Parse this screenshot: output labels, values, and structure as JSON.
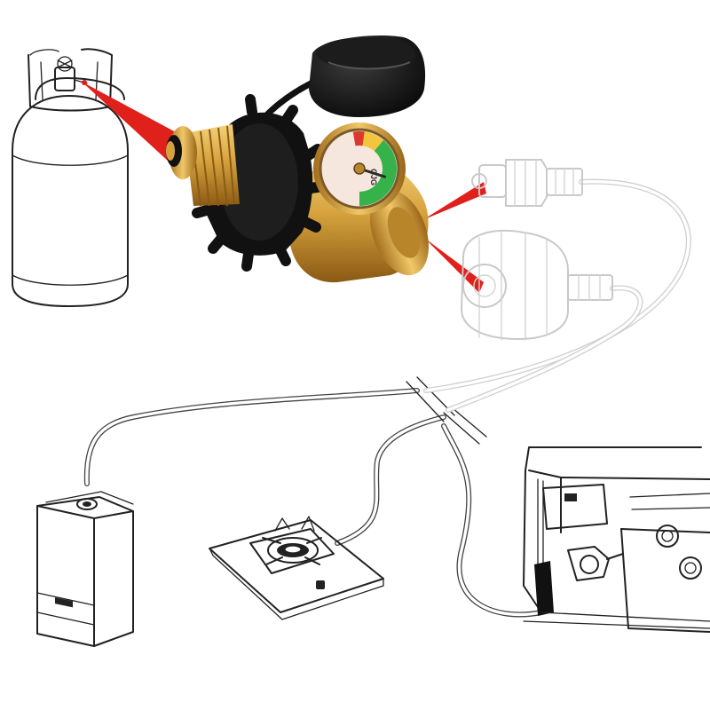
{
  "figure": {
    "gauge": {
      "dial_text": "GJG",
      "level_fraction": 0.62,
      "zone_colors": {
        "empty": "#d93a2b",
        "low": "#f2c53d",
        "full": "#35b24a"
      }
    },
    "colors": {
      "pointer": "#e0201b",
      "brass": "#d6a23d",
      "knob": "#111111",
      "line_art": "#222222",
      "faded_line_art": "#c9c9c9"
    },
    "parts": [
      {
        "id": "propane-tank",
        "icon": "gas-cylinder-icon"
      },
      {
        "id": "adapter-with-gauge",
        "icon": "pressure-gauge-icon"
      },
      {
        "id": "dust-cap",
        "icon": "cap-icon"
      },
      {
        "id": "faded-connectors",
        "icon": "connector-icon"
      },
      {
        "id": "water-heater",
        "icon": "heater-icon"
      },
      {
        "id": "stove-burner",
        "icon": "burner-icon"
      },
      {
        "id": "bbq-grill",
        "icon": "grill-icon"
      }
    ]
  }
}
